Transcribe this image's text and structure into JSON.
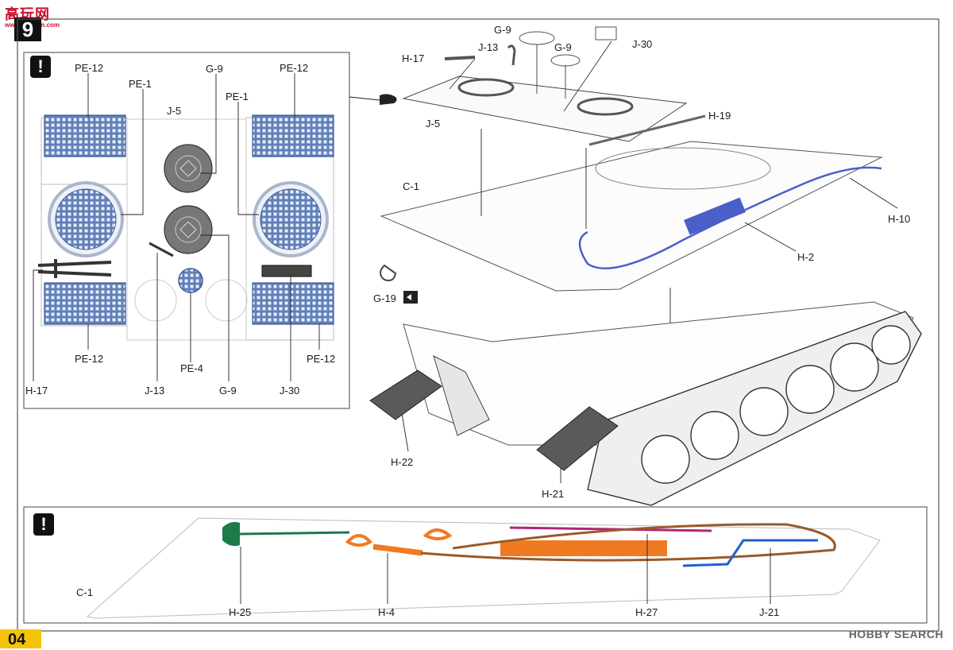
{
  "watermark": {
    "name": "高玩网",
    "url": "www.gaowan.com"
  },
  "step_number": "9",
  "page_number": "04",
  "warning_symbol": "!",
  "brand": "HOBBY SEARCH",
  "detail_panel": {
    "labels": {
      "pe12_tl": "PE-12",
      "pe12_tr": "PE-12",
      "pe12_bl": "PE-12",
      "pe12_br": "PE-12",
      "pe1_left": "PE-1",
      "pe1_right": "PE-1",
      "g9_top": "G-9",
      "g9_bottom": "G-9",
      "j5": "J-5",
      "h17": "H-17",
      "j13": "J-13",
      "pe4": "PE-4",
      "j30": "J-30"
    }
  },
  "main_assembly": {
    "labels": {
      "g9_a": "G-9",
      "g9_b": "G-9",
      "j13": "J-13",
      "h17": "H-17",
      "j30": "J-30",
      "j5": "J-5",
      "h19": "H-19",
      "c1": "C-1",
      "h10": "H-10",
      "h2": "H-2",
      "g19": "G-19",
      "h22": "H-22",
      "h21": "H-21"
    }
  },
  "side_panel": {
    "labels": {
      "c1": "C-1",
      "h25": "H-25",
      "h4": "H-4",
      "h27": "H-27",
      "j21": "J-21"
    }
  },
  "colors": {
    "grille": "#5f7fb8",
    "hose_blue": "#4b5fc9",
    "shovel_green": "#1f7a4a",
    "tow_orange": "#f07a22",
    "rod_magenta": "#b0257a",
    "j21_blue": "#1f5fd0",
    "cable_brown": "#9a5a2a",
    "page_tab": "#f3c40a"
  }
}
